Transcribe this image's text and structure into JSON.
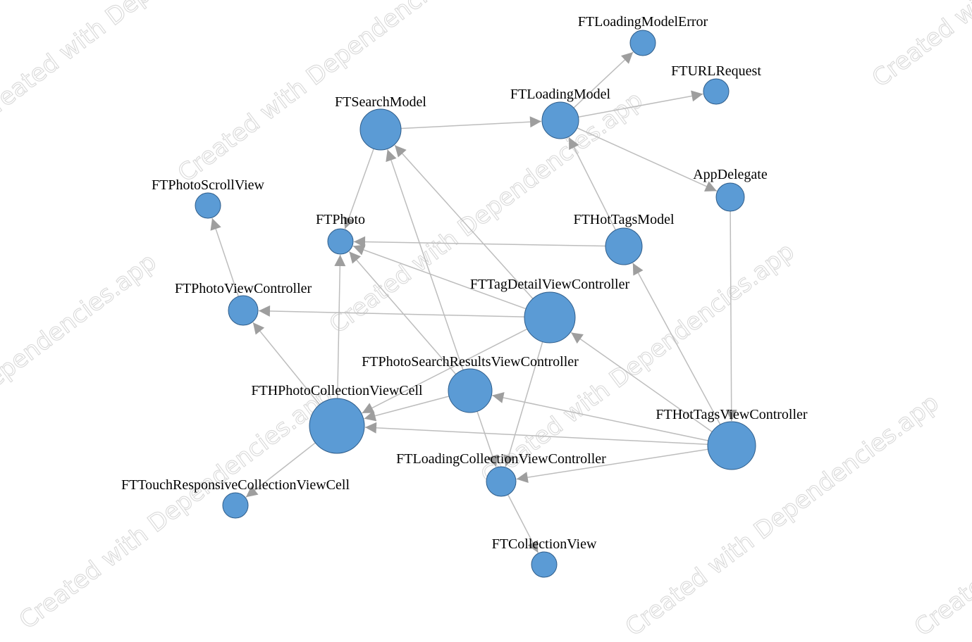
{
  "watermark": "Created with Dependencies.app",
  "colors": {
    "node": "#5b9bd5",
    "node_stroke": "#2f5d8a",
    "edge": "#bdbdbd",
    "arrow": "#9e9e9e"
  },
  "nodes": [
    {
      "id": "FTLoadingModelError",
      "label": "FTLoadingModelError"
    },
    {
      "id": "FTURLRequest",
      "label": "FTURLRequest"
    },
    {
      "id": "FTSearchModel",
      "label": "FTSearchModel"
    },
    {
      "id": "FTLoadingModel",
      "label": "FTLoadingModel"
    },
    {
      "id": "AppDelegate",
      "label": "AppDelegate"
    },
    {
      "id": "FTPhotoScrollView",
      "label": "FTPhotoScrollView"
    },
    {
      "id": "FTPhoto",
      "label": "FTPhoto"
    },
    {
      "id": "FTHotTagsModel",
      "label": "FTHotTagsModel"
    },
    {
      "id": "FTPhotoViewController",
      "label": "FTPhotoViewController"
    },
    {
      "id": "FTTagDetailViewController",
      "label": "FTTagDetailViewController"
    },
    {
      "id": "FTPhotoSearchResultsViewController",
      "label": "FTPhotoSearchResultsViewController"
    },
    {
      "id": "FTHPhotoCollectionViewCell",
      "label": "FTHPhotoCollectionViewCell"
    },
    {
      "id": "FTHotTagsViewController",
      "label": "FTHotTagsViewController"
    },
    {
      "id": "FTLoadingCollectionViewController",
      "label": "FTLoadingCollectionViewController"
    },
    {
      "id": "FTTouchResponsiveCollectionViewCell",
      "label": "FTTouchResponsiveCollectionViewCell"
    },
    {
      "id": "FTCollectionView",
      "label": "FTCollectionView"
    }
  ],
  "edges": [
    {
      "from": "FTSearchModel",
      "to": "FTLoadingModel"
    },
    {
      "from": "FTLoadingModel",
      "to": "FTLoadingModelError"
    },
    {
      "from": "FTLoadingModel",
      "to": "FTURLRequest"
    },
    {
      "from": "FTLoadingModel",
      "to": "AppDelegate"
    },
    {
      "from": "FTSearchModel",
      "to": "FTPhoto"
    },
    {
      "from": "FTHotTagsModel",
      "to": "FTLoadingModel"
    },
    {
      "from": "FTHotTagsModel",
      "to": "FTPhoto"
    },
    {
      "from": "FTPhotoViewController",
      "to": "FTPhotoScrollView"
    },
    {
      "from": "FTTagDetailViewController",
      "to": "FTSearchModel"
    },
    {
      "from": "FTTagDetailViewController",
      "to": "FTPhoto"
    },
    {
      "from": "FTTagDetailViewController",
      "to": "FTPhotoViewController"
    },
    {
      "from": "FTTagDetailViewController",
      "to": "FTHPhotoCollectionViewCell"
    },
    {
      "from": "FTTagDetailViewController",
      "to": "FTLoadingCollectionViewController"
    },
    {
      "from": "FTPhotoSearchResultsViewController",
      "to": "FTSearchModel"
    },
    {
      "from": "FTPhotoSearchResultsViewController",
      "to": "FTPhoto"
    },
    {
      "from": "FTPhotoSearchResultsViewController",
      "to": "FTHPhotoCollectionViewCell"
    },
    {
      "from": "FTPhotoSearchResultsViewController",
      "to": "FTLoadingCollectionViewController"
    },
    {
      "from": "FTHPhotoCollectionViewCell",
      "to": "FTPhoto"
    },
    {
      "from": "FTHPhotoCollectionViewCell",
      "to": "FTPhotoViewController"
    },
    {
      "from": "FTHPhotoCollectionViewCell",
      "to": "FTTouchResponsiveCollectionViewCell"
    },
    {
      "from": "FTHotTagsViewController",
      "to": "FTHotTagsModel"
    },
    {
      "from": "FTHotTagsViewController",
      "to": "FTTagDetailViewController"
    },
    {
      "from": "FTHotTagsViewController",
      "to": "FTPhotoSearchResultsViewController"
    },
    {
      "from": "FTHotTagsViewController",
      "to": "FTHPhotoCollectionViewCell"
    },
    {
      "from": "FTHotTagsViewController",
      "to": "FTLoadingCollectionViewController"
    },
    {
      "from": "AppDelegate",
      "to": "FTHotTagsViewController"
    },
    {
      "from": "FTLoadingCollectionViewController",
      "to": "FTCollectionView"
    }
  ]
}
